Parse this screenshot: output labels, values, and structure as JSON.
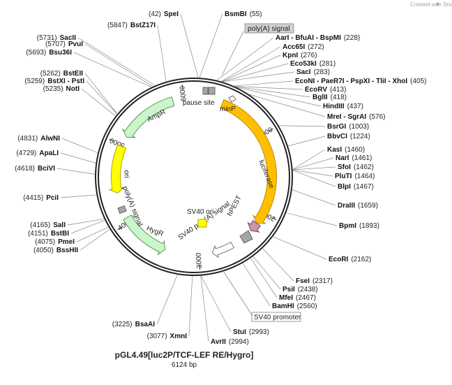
{
  "branding": {
    "text": "Created with SnapGene®"
  },
  "plasmid": {
    "name": "pGL4.49[luc2P/TCF-LEF RE/Hygro]",
    "size_label": "6124 bp",
    "length": 6124
  },
  "ticks": [
    {
      "pos": 1000,
      "label": "1000"
    },
    {
      "pos": 2000,
      "label": "2000"
    },
    {
      "pos": 3000,
      "label": "3000"
    },
    {
      "pos": 4000,
      "label": "4000"
    },
    {
      "pos": 5000,
      "label": "5000"
    },
    {
      "pos": 6000,
      "label": "6000"
    }
  ],
  "sites": [
    {
      "name": "SpeI",
      "pos": "42"
    },
    {
      "name": "BsmBI",
      "pos": "55"
    },
    {
      "name": "AarI - BfuAI - BspMI",
      "pos": "228"
    },
    {
      "name": "Acc65I",
      "pos": "272"
    },
    {
      "name": "KpnI",
      "pos": "276"
    },
    {
      "name": "Eco53kI",
      "pos": "281"
    },
    {
      "name": "SacI",
      "pos": "283"
    },
    {
      "name": "EcoNI - PaeR7I - PspXI - TliI - XhoI",
      "pos": "405"
    },
    {
      "name": "EcoRV",
      "pos": "413"
    },
    {
      "name": "BglII",
      "pos": "418"
    },
    {
      "name": "HindIII",
      "pos": "437"
    },
    {
      "name": "MreI - SgrAI",
      "pos": "576"
    },
    {
      "name": "BsrGI",
      "pos": "1003"
    },
    {
      "name": "BbvCI",
      "pos": "1224"
    },
    {
      "name": "KasI",
      "pos": "1460"
    },
    {
      "name": "NarI",
      "pos": "1461"
    },
    {
      "name": "SfoI",
      "pos": "1462"
    },
    {
      "name": "PluTI",
      "pos": "1464"
    },
    {
      "name": "BlpI",
      "pos": "1467"
    },
    {
      "name": "DraIII",
      "pos": "1659"
    },
    {
      "name": "BpmI",
      "pos": "1893"
    },
    {
      "name": "EcoRI",
      "pos": "2162"
    },
    {
      "name": "FseI",
      "pos": "2317"
    },
    {
      "name": "PsiI",
      "pos": "2438"
    },
    {
      "name": "MfeI",
      "pos": "2467"
    },
    {
      "name": "BamHI",
      "pos": "2560"
    },
    {
      "name": "StuI",
      "pos": "2993"
    },
    {
      "name": "AvrII",
      "pos": "2994"
    },
    {
      "name": "XmnI",
      "pos": "3077"
    },
    {
      "name": "BsaAI",
      "pos": "3225"
    },
    {
      "name": "BssHII",
      "pos": "4050"
    },
    {
      "name": "PmeI",
      "pos": "4075"
    },
    {
      "name": "BstBI",
      "pos": "4151"
    },
    {
      "name": "SalI",
      "pos": "4165"
    },
    {
      "name": "PciI",
      "pos": "4415"
    },
    {
      "name": "BciVI",
      "pos": "4618"
    },
    {
      "name": "ApaLI",
      "pos": "4729"
    },
    {
      "name": "AlwNI",
      "pos": "4831"
    },
    {
      "name": "NotI",
      "pos": "5235"
    },
    {
      "name": "BstXI - PstI",
      "pos": "5259"
    },
    {
      "name": "BstEII",
      "pos": "5262"
    },
    {
      "name": "Bsu36I",
      "pos": "5693"
    },
    {
      "name": "PvuI",
      "pos": "5707"
    },
    {
      "name": "SacII",
      "pos": "5731"
    },
    {
      "name": "BstZ17I",
      "pos": "5847"
    }
  ],
  "features": [
    {
      "name": "luciferase",
      "start": 360,
      "end": 2150,
      "color": "#ffbf00",
      "stroke": "#c08a00"
    },
    {
      "name": "hPEST",
      "start": 2150,
      "end": 2270,
      "color": "#c994b0",
      "stroke": "#7a4d66"
    },
    {
      "name": "SV40 poly(A) signal",
      "start": 2560,
      "end": 2830,
      "color": "#ffffff",
      "stroke": "#777777"
    },
    {
      "name": "HygR",
      "start": 3430,
      "end": 4060,
      "color": "#ccf5cc",
      "stroke": "#559955"
    },
    {
      "name": "ori",
      "start": 4390,
      "end": 4980,
      "color": "#ffff00",
      "stroke": "#aaaa00"
    },
    {
      "name": "AmpR",
      "start": 5110,
      "end": 5860,
      "color": "#ccf5cc",
      "stroke": "#559955"
    },
    {
      "name": "minP",
      "start": 340,
      "end": 380,
      "color": "#ffffff",
      "stroke": "#666666"
    },
    {
      "name": "SV40 ori",
      "color": "#ffff00"
    },
    {
      "name": "pause site",
      "color": "#aaaaaa"
    },
    {
      "name": "poly(A) signal",
      "color": "#aaaaaa"
    },
    {
      "name": "SV40 promoter",
      "color": "#ffffff"
    }
  ],
  "colors": {
    "backbone": "#222222",
    "leader": "#888888",
    "grey_element": "#a5a5a5"
  }
}
